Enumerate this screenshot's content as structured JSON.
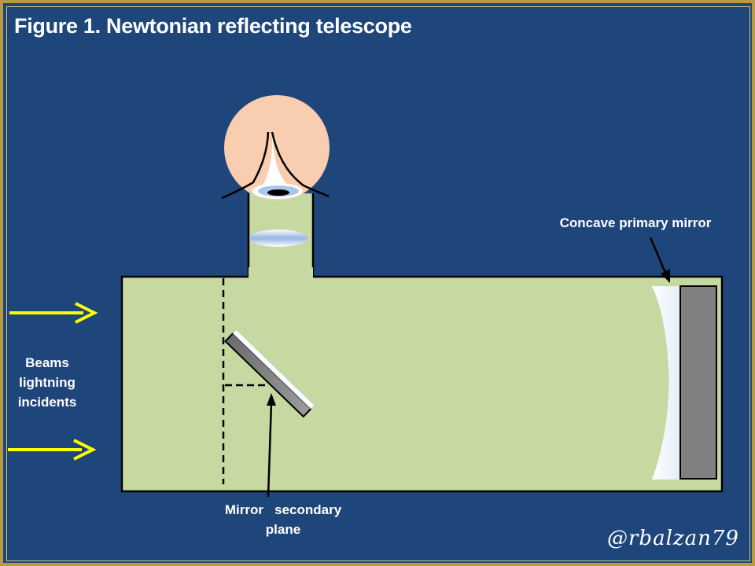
{
  "title": "Figure 1. Newtonian reflecting telescope",
  "labels": {
    "primary_mirror": "Concave primary mirror",
    "beams": [
      "Beams",
      "lightning",
      "incidents"
    ],
    "secondary_mirror": [
      "Mirror   secondary",
      "plane"
    ]
  },
  "signature": "@rbalzan79",
  "colors": {
    "background": "#1f467b",
    "frame": "#b99a42",
    "tube_fill": "#c5d9a0",
    "mirror_gray": "#808080",
    "arrow_yellow": "#ffff00",
    "face_skin": "#f9cdaf",
    "outline": "#000000",
    "text": "#ffffff"
  }
}
